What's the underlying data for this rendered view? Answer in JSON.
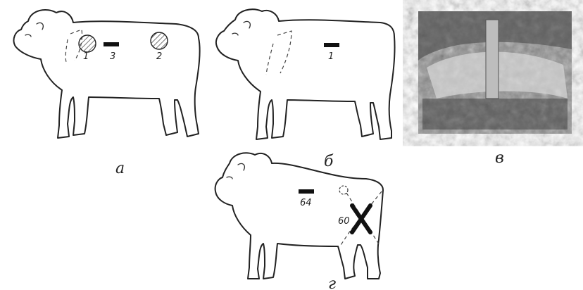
{
  "panels": {
    "a": {
      "caption": "а",
      "labels": {
        "spot1": "1",
        "bar": "3",
        "spot2": "2"
      }
    },
    "b": {
      "caption": "б",
      "labels": {
        "bar": "1"
      }
    },
    "v": {
      "caption": "в"
    },
    "g": {
      "caption": "г",
      "labels": {
        "bar": "64",
        "cross": "60"
      }
    }
  }
}
